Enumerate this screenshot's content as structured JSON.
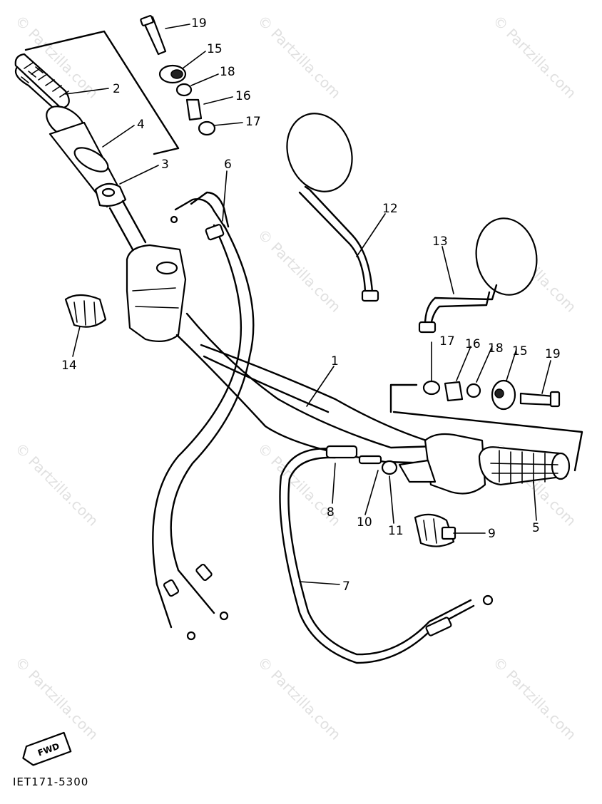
{
  "diagram": {
    "diagram_code": "IET171-5300",
    "fwd_label": "FWD",
    "watermark_text": "© Partzilla.com",
    "callouts": [
      {
        "id": "1",
        "label": "1"
      },
      {
        "id": "2",
        "label": "2"
      },
      {
        "id": "3",
        "label": "3"
      },
      {
        "id": "4",
        "label": "4"
      },
      {
        "id": "5",
        "label": "5"
      },
      {
        "id": "6",
        "label": "6"
      },
      {
        "id": "7",
        "label": "7"
      },
      {
        "id": "8",
        "label": "8"
      },
      {
        "id": "9",
        "label": "9"
      },
      {
        "id": "10",
        "label": "10"
      },
      {
        "id": "11",
        "label": "11"
      },
      {
        "id": "12",
        "label": "12"
      },
      {
        "id": "13",
        "label": "13"
      },
      {
        "id": "14",
        "label": "14"
      },
      {
        "id": "15a",
        "label": "15"
      },
      {
        "id": "16a",
        "label": "16"
      },
      {
        "id": "17a",
        "label": "17"
      },
      {
        "id": "18a",
        "label": "18"
      },
      {
        "id": "19a",
        "label": "19"
      },
      {
        "id": "15b",
        "label": "15"
      },
      {
        "id": "16b",
        "label": "16"
      },
      {
        "id": "17b",
        "label": "17"
      },
      {
        "id": "18b",
        "label": "18"
      },
      {
        "id": "19b",
        "label": "19"
      }
    ]
  }
}
